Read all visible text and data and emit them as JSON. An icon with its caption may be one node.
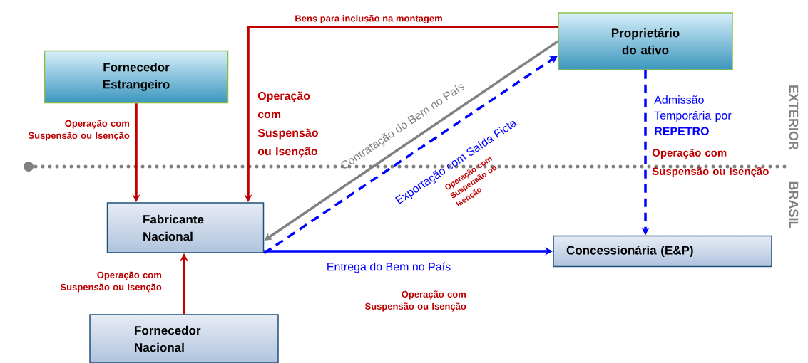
{
  "diagram": {
    "nodes": [
      {
        "text": [
          "Fornecedor Estrangeiro"
        ]
      },
      {
        "text": [
          "Proprietário do ativo"
        ]
      },
      {
        "text": [
          "Fabricante Nacional"
        ]
      },
      {
        "text": [
          "Concessionária (E&P)"
        ]
      },
      {
        "text": [
          "Fornecedor Nacional"
        ]
      }
    ],
    "edges": [
      {
        "from": 0,
        "to": 2,
        "arrow": "to",
        "color": "#c00000",
        "label": "Operação com Suspensão ou Isenção"
      },
      {
        "from": 1,
        "to": 2,
        "arrow": "to",
        "color": "#c00000",
        "label": "Bens para inclusão na montagem"
      },
      {
        "from": 1,
        "to": 2,
        "arrow": "to",
        "color": "#808080",
        "label": "Contratação do Bem no País"
      },
      {
        "from": 2,
        "to": 1,
        "arrow": "to",
        "style": "dashed",
        "color": "#0000ff",
        "label": "Exportação com Saída Ficta"
      },
      {
        "from": 1,
        "to": 3,
        "arrow": "to",
        "style": "dashed",
        "color": "#0000ff",
        "label": "Admissão Temporária por **REPETRO**"
      },
      {
        "from": 4,
        "to": 2,
        "arrow": "to",
        "color": "#c00000",
        "label": "Operação com Suspensão ou Isenção"
      },
      {
        "from": 2,
        "to": 3,
        "arrow": "to",
        "color": "#0000ff",
        "label": "Entrega do Bem no País"
      }
    ],
    "labels": [
      "EXTERIOR",
      "Operação com Suspensão ou Isenção",
      "Operação com Suspensão ou Isenção",
      "Operação com Suspensão ou Isenção",
      "BRASIL",
      "Operação com Suspensão ou Isenção"
    ]
  }
}
